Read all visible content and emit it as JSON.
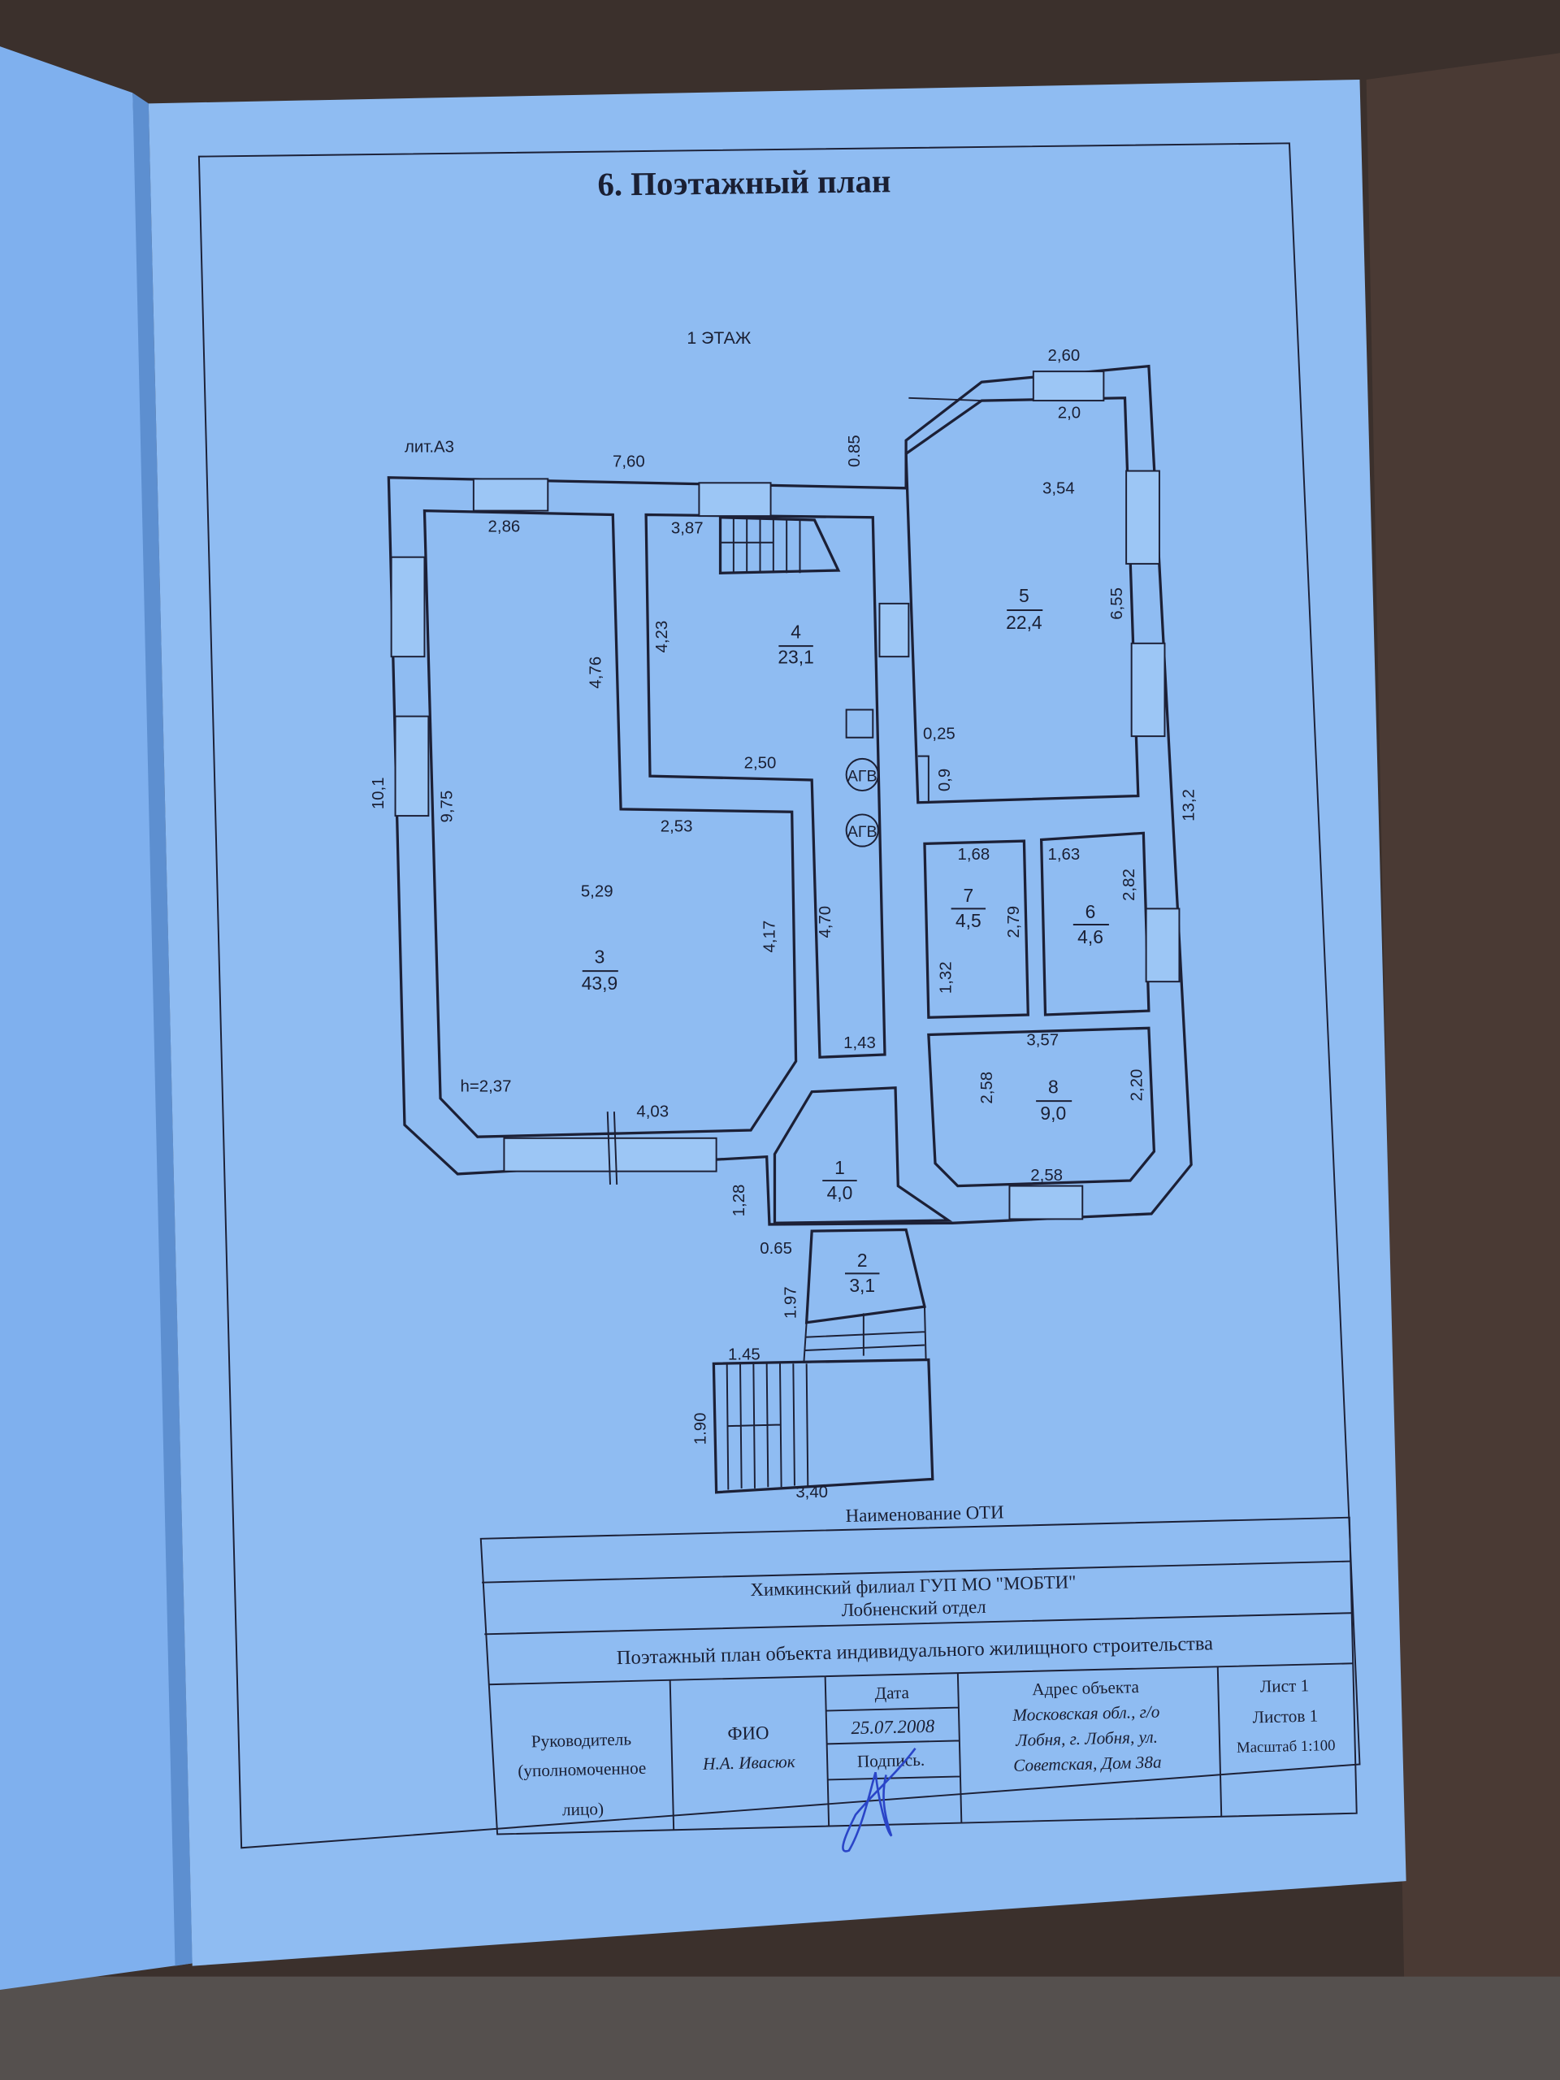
{
  "document": {
    "title": "6. Поэтажный план",
    "floor_label": "1 ЭТАЖ",
    "building_letter": "лит.А3",
    "ceiling_height": "h=2,37"
  },
  "rooms": [
    {
      "number": "1",
      "area": "4,0"
    },
    {
      "number": "2",
      "area": "3,1"
    },
    {
      "number": "3",
      "area": "43,9"
    },
    {
      "number": "4",
      "area": "23,1"
    },
    {
      "number": "5",
      "area": "22,4"
    },
    {
      "number": "6",
      "area": "4,6"
    },
    {
      "number": "7",
      "area": "4,5"
    },
    {
      "number": "8",
      "area": "9,0"
    }
  ],
  "dimensions": {
    "top_length": "7,60",
    "right_top": "2,60",
    "right_inner_top": "2,0",
    "offset_085": "0.85",
    "room5_width": "3,54",
    "room5_height": "6,55",
    "room5_niche_w": "0,25",
    "room5_niche_h": "0,9",
    "room3_top": "2,86",
    "room3_upper": "4,76",
    "room3_left": "9,75",
    "room3_width": "5,29",
    "room3_right": "4,17",
    "room3_bottom": "4,03",
    "room3_step": "2,53",
    "outer_left": "10,1",
    "room4_top": "3,87",
    "room4_left": "4,23",
    "room4_step": "2,50",
    "corridor_len": "4,70",
    "corridor_w": "1,43",
    "room7_w": "1,68",
    "room7_h": "2,79",
    "room7_niche": "1,32",
    "room6_w": "1,63",
    "room6_h": "2,82",
    "room8_top": "3,57",
    "room8_left": "2,58",
    "room8_right": "2,20",
    "room8_bottom": "2,58",
    "outer_right": "13,2",
    "room1_h": "1,28",
    "room2_offset": "0.65",
    "room2_h": "1.97",
    "porch_w": "1.45",
    "porch_h": "1.90",
    "porch_len": "3,40"
  },
  "equipment": {
    "gas_heater_1": "АГВ",
    "gas_heater_2": "АГВ"
  },
  "title_block": {
    "org_heading": "Наименование ОТИ",
    "org_name": "Химкинский филиал ГУП МО \"МОБТИ\"",
    "org_dept": "Лобненский отдел",
    "doc_name": "Поэтажный план объекта индивидуального жилищного строительства",
    "head_label_1": "Руководитель",
    "head_label_2": "(уполномоченное",
    "head_label_3": "лицо)",
    "fio_label": "ФИО",
    "fio_value": "Н.А. Ивасюк",
    "date_label": "Дата",
    "date_value": "25.07.2008",
    "signature_label": "Подпись.",
    "address_label": "Адрес объекта",
    "address_line_1": "Московская обл., г/о",
    "address_line_2": "Лобня, г. Лобня, ул.",
    "address_line_3": "Советская, Дом 38а",
    "sheet": "Лист 1",
    "sheets": "Листов 1",
    "scale": "Масштаб 1:100"
  },
  "colors": {
    "paper": "#8fbcf2",
    "ink": "#1c2036",
    "background": "#3a2f2b",
    "signature": "#2a45c8"
  }
}
